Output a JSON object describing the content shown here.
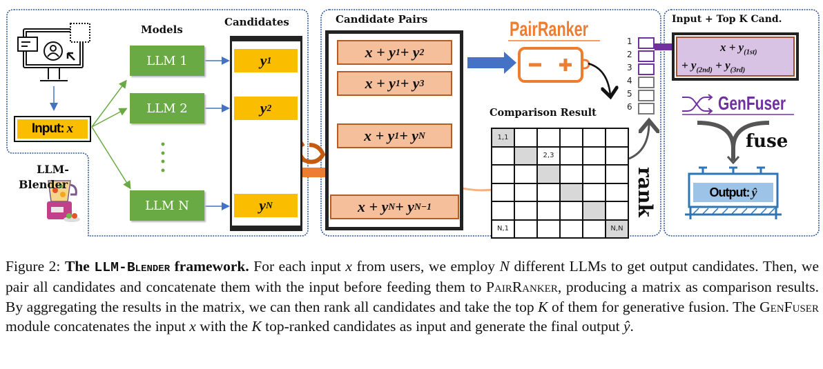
{
  "figure": {
    "sections": {
      "blender_label_line1": "LLM-",
      "blender_label_line2": "Blender",
      "models_header": "Models",
      "candidates_header": "Candidates",
      "candidate_pairs_header": "Candidate Pairs",
      "pairranker_title": "PairRanker",
      "comparison_header": "Comparison Result",
      "topk_header": "Input + Top K Cand.",
      "genfuser_title": "GenFuser",
      "fuse_label": "fuse",
      "rank_label": "rank"
    },
    "input_box": {
      "label": "Input: ",
      "var": "x"
    },
    "models": [
      "LLM 1",
      "LLM 2",
      "LLM N"
    ],
    "candidates": [
      {
        "base": "y",
        "sub": "1"
      },
      {
        "base": "y",
        "sub": "2"
      },
      {
        "base": "y",
        "sub": "N"
      }
    ],
    "pairs": [
      {
        "text": "x + y",
        "s1": "1",
        "mid": " + y",
        "s2": "2"
      },
      {
        "text": "x + y",
        "s1": "1",
        "mid": " + y",
        "s2": "3"
      },
      {
        "text": "x + y",
        "s1": "1",
        "mid": " + y",
        "s2": "N"
      },
      {
        "text": "x + y",
        "s1": "N",
        "mid": " + y",
        "s2": "N−1"
      }
    ],
    "pairs_ellipsis": "····",
    "battery": {
      "minus": "−",
      "plus": "+"
    },
    "comparison_grid": {
      "size": 6,
      "labels": {
        "0,0": "1,1",
        "1,2": "2,3",
        "5,0": "N,1",
        "5,5": "N,N"
      },
      "shaded": [
        "0,0",
        "1,1",
        "2,2",
        "3,3",
        "4,4",
        "5,5"
      ]
    },
    "rank_list": [
      "1",
      "2",
      "3",
      "4",
      "5",
      "6"
    ],
    "rank_top_k": 3,
    "topk_box": {
      "line1": {
        "pre": "x + y",
        "sub": "(1st)"
      },
      "line2": {
        "pre": "+ y",
        "sub": "(2nd)",
        "mid": " + y",
        "sub2": "(3rd)"
      }
    },
    "output_box": {
      "label": "Output: ",
      "var": "ŷ"
    },
    "colors": {
      "llm_green": "#6aaa45",
      "candidate_yellow": "#fbbd00",
      "pair_orange": "#f6bf9b",
      "pairranker_orange": "#ed7d31",
      "genfuser_purple": "#7030a0",
      "topk_fill": "#d9c3e5",
      "output_blue": "#9dc3e6",
      "frame_blue": "#2e75b6",
      "dotted_border": "#2f5597"
    }
  },
  "caption": {
    "fig_label": "Figure 2: ",
    "bold_title_pre": "The ",
    "bold_title_name": "LLM-Blender",
    "bold_title_post": " framework.",
    "s1": " For each input ",
    "v_x": "x",
    "s2": " from users, we employ ",
    "v_N": "N",
    "s3": " different LLMs to get output candidates.  Then, we pair all candidates and concatenate them with the input before feeding them to ",
    "pairranker": "PairRanker",
    "s4": ", producing a matrix as comparison results. By aggregating the results in the matrix, we can then rank all candidates and take the top ",
    "v_K": "K",
    "s5": " of them for generative fusion. The ",
    "genfuser": "GenFuser",
    "s6": " module concatenates the input ",
    "v_x2": "x",
    "s7": " with the ",
    "v_K2": "K",
    "s8": " top-ranked candidates as input and generate the final output ",
    "v_yhat": "ŷ",
    "s9": "."
  }
}
